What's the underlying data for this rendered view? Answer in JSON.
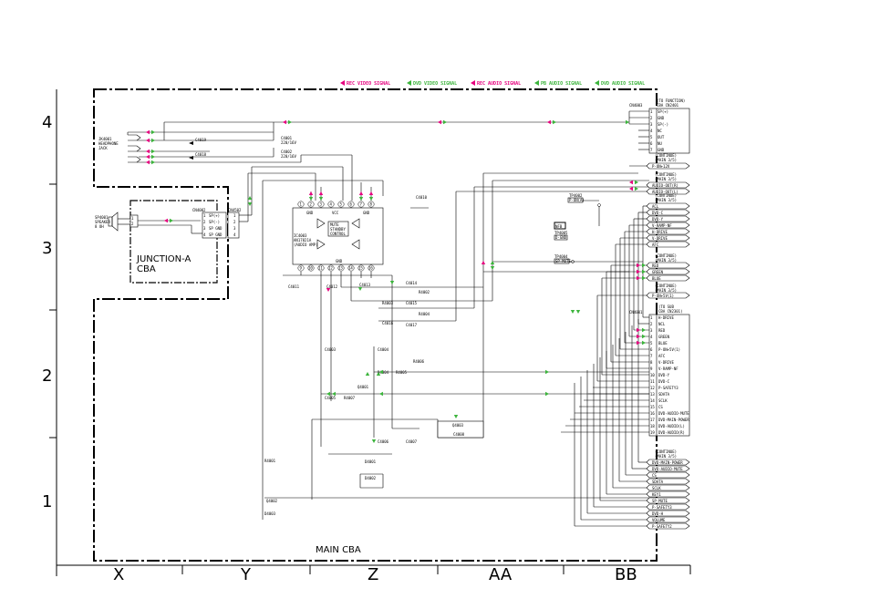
{
  "legend": [
    {
      "label": "REC VIDEO SIGNAL",
      "color": "#e6007e"
    },
    {
      "label": "DVD VIDEO SIGNAL",
      "color": "#3cb43c"
    },
    {
      "label": "REC AUDIO SIGNAL",
      "color": "#e6007e"
    },
    {
      "label": "PB AUDIO SIGNAL",
      "color": "#3cb43c"
    },
    {
      "label": "DVD AUDIO SIGNAL",
      "color": "#3cb43c"
    }
  ],
  "row_labels": [
    "4",
    "3",
    "2",
    "1"
  ],
  "column_labels": [
    "X",
    "Y",
    "Z",
    "AA",
    "BB"
  ],
  "board_main": "MAIN CBA",
  "board_junction": [
    "JUNCTION-A",
    "CBA"
  ],
  "ic": {
    "ref": "IC4003",
    "part": "AN17821A",
    "desc": "(AUDIO AMP)",
    "block": "MUTE",
    "block2": "STANDBY",
    "block3": "CONTROL",
    "gnd": "GND",
    "vcc": "VCC",
    "pins_top": [
      "1",
      "2",
      "3",
      "4",
      "5",
      "6",
      "7",
      "8"
    ],
    "pins_bottom": [
      "9",
      "10",
      "11",
      "12",
      "13",
      "14",
      "15",
      "16"
    ]
  },
  "headphone": {
    "ref": "JK4001",
    "label": "HEADPHONE",
    "sub": "JACK"
  },
  "speaker": {
    "ref": "SP4001",
    "label": "SPEAKER",
    "sub": "8 OH"
  },
  "cn_junction_left": {
    "ref": "CN4002",
    "pins": [
      {
        "n": "1",
        "name": "SP(+)"
      },
      {
        "n": "2",
        "name": "SP(-)"
      },
      {
        "n": "3",
        "name": "SP GND"
      },
      {
        "n": "4",
        "name": "SP GND"
      }
    ]
  },
  "cn_junction_right": {
    "ref": "CN4502"
  },
  "cn_top": {
    "ref": "CN4003",
    "note": [
      "(TO FUNCTION)",
      "CBA CN2401"
    ],
    "pins": [
      {
        "n": "1",
        "name": "SP(+)"
      },
      {
        "n": "2",
        "name": "GND"
      },
      {
        "n": "3",
        "name": "SP(-)"
      },
      {
        "n": "4",
        "name": "NC"
      },
      {
        "n": "5",
        "name": "OUT"
      },
      {
        "n": "6",
        "name": "NU"
      },
      {
        "n": "7",
        "name": "GND"
      }
    ]
  },
  "cn_right": {
    "ref": "CN4001",
    "note": [
      "(TO SUB",
      "CBA CN2301)"
    ],
    "pins": [
      {
        "n": "1",
        "name": "H-DRIVE"
      },
      {
        "n": "2",
        "name": "NCL"
      },
      {
        "n": "3",
        "name": "RED"
      },
      {
        "n": "4",
        "name": "GREEN"
      },
      {
        "n": "5",
        "name": "BLUE"
      },
      {
        "n": "6",
        "name": "P-ON+5V(1)"
      },
      {
        "n": "7",
        "name": "AFC"
      },
      {
        "n": "8",
        "name": "V-DRIVE"
      },
      {
        "n": "9",
        "name": "V-RAMP-NF"
      },
      {
        "n": "10",
        "name": "DVD-Y"
      },
      {
        "n": "11",
        "name": "DVD-C"
      },
      {
        "n": "12",
        "name": "P-SAFETY3"
      },
      {
        "n": "13",
        "name": "SDATA"
      },
      {
        "n": "14",
        "name": "SCLK"
      },
      {
        "n": "15",
        "name": "CS"
      },
      {
        "n": "16",
        "name": "DVD-AUDIO-MUTE"
      },
      {
        "n": "17",
        "name": "DVD-MAIN-POWER"
      },
      {
        "n": "18",
        "name": "DVD-AUDIO(L)"
      },
      {
        "n": "19",
        "name": "DVD-AUDIO(R)"
      }
    ]
  },
  "continue_note": [
    "(CONTINUE)",
    "(MAIN 3/5)"
  ],
  "flags_a": [
    "P-ON+12V"
  ],
  "flags_b": [
    "AUDIO-OUT(R)",
    "AUDIO-OUT(L)"
  ],
  "flags_c": [
    "ACL",
    "DVD-C",
    "DVD-Y",
    "V-RAMP-NF",
    "H-DRIVE",
    "V-DRIVE",
    "AFC"
  ],
  "flags_d": [
    "RED",
    "GREEN",
    "BLUE"
  ],
  "flags_e": [
    "P-ON+5V(1)"
  ],
  "flags_f": [
    "DVD-MAIN-POWER",
    "DVD-AUDIO-MUTE",
    "CS",
    "SDATA",
    "SCLK",
    "KEY1",
    "SP-MUTE",
    "P-SAFETY3",
    "DVD-H",
    "VOLUME",
    "P-SAFETY2"
  ],
  "testpoints": [
    {
      "ref": "TP4002",
      "label": "P-ON(A)"
    },
    {
      "ref": "TP4005",
      "label": "D-GND"
    },
    {
      "ref": "TP4004",
      "label": "SP-MUTE"
    }
  ],
  "nfb": "NFB",
  "parts": [
    "C4001",
    "C4002",
    "C4003",
    "C4004",
    "C4005",
    "C4006",
    "C4007",
    "C4008",
    "C4010",
    "C4011",
    "C4012",
    "C4013",
    "C4014",
    "C4015",
    "C4016",
    "C4017",
    "C4018",
    "C4019",
    "D4001",
    "D4002",
    "D4003",
    "D4004",
    "Q4001",
    "Q4002",
    "Q4003",
    "R4001",
    "R4002",
    "R4003",
    "R4004",
    "R4005",
    "R4006",
    "R4007"
  ],
  "colors": {
    "pink": "#e6007e",
    "green": "#3cb43c",
    "frame": "#000000"
  }
}
